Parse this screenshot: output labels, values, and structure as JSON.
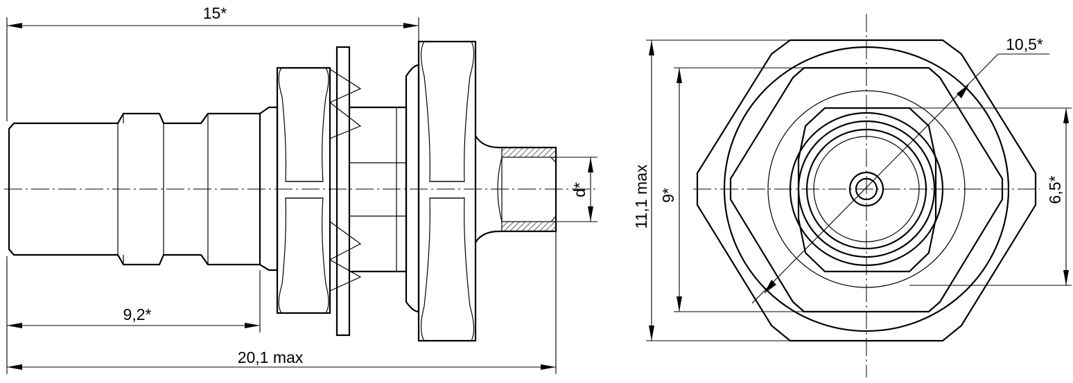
{
  "dimensions": {
    "overall_length": "20,1 max",
    "length_to_panel": "15*",
    "plug_length": "9,2*",
    "hole_diameter": "d*",
    "hex_height": "11,1 max",
    "flat_height": "9*",
    "round_diameter": "10,5*",
    "inner_flat": "6,5*"
  }
}
